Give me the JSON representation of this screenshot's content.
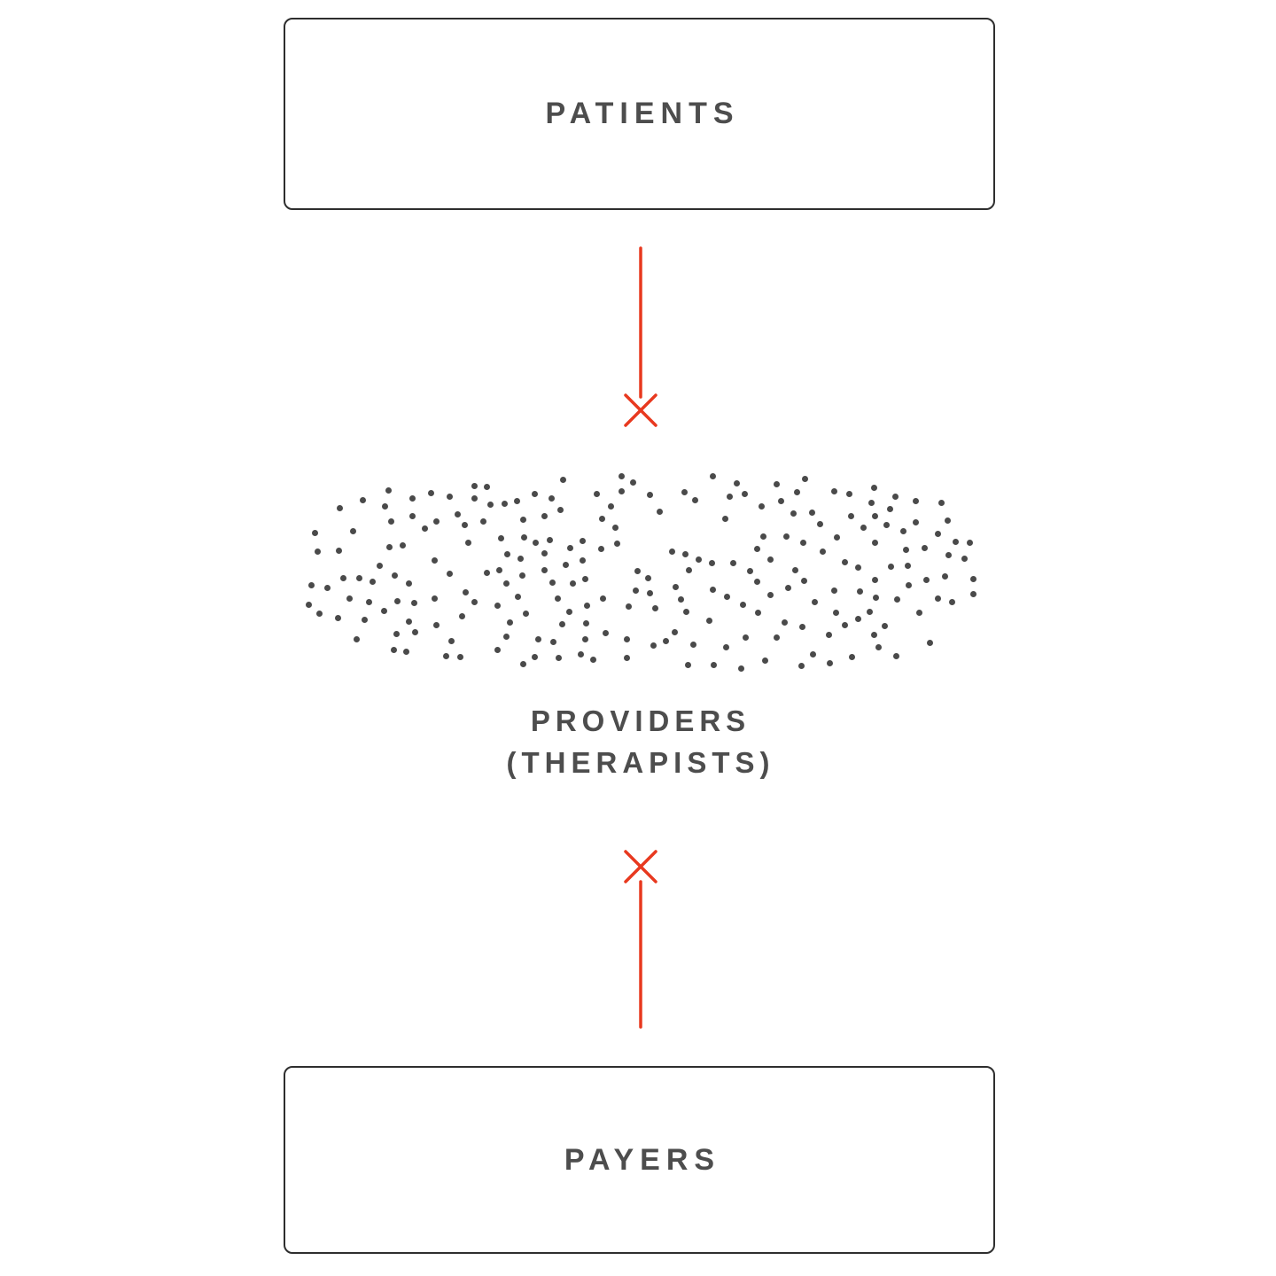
{
  "diagram": {
    "patients_box": {
      "label": "PATIENTS"
    },
    "payers_box": {
      "label": "PAYERS"
    },
    "providers_label": {
      "line1": "PROVIDERS",
      "line2": "(THERAPISTS)"
    },
    "connections": {
      "top": {
        "from": "patients",
        "to": "providers",
        "status": "blocked"
      },
      "bottom": {
        "from": "payers",
        "to": "providers",
        "status": "blocked"
      }
    },
    "colors": {
      "accent": "#e8391f",
      "dot": "#4a4a4a",
      "text": "#4d4d4d",
      "border": "#2e2e2e",
      "background": "#ffffff"
    },
    "dots": {
      "count": 235,
      "seed": 11,
      "min_distance": 14,
      "dot_size": 7
    }
  }
}
